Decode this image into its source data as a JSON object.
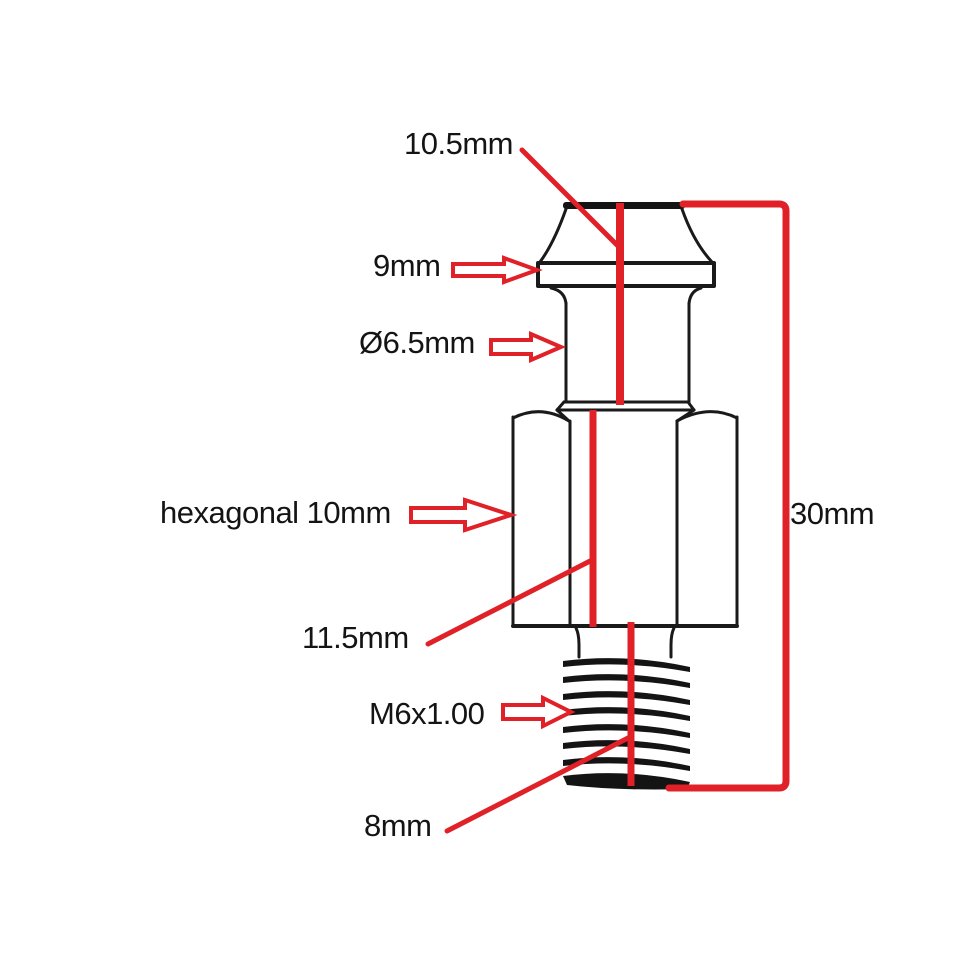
{
  "diagram": {
    "name": "bolt-dimension-diagram",
    "background": "#ffffff",
    "colors": {
      "outline": "#1a1a1a",
      "annotation_red": "#e02127"
    },
    "labels": {
      "head_top_diameter": "10.5mm",
      "flange_diameter": "9mm",
      "shank_diameter": "Ø6.5mm",
      "hex_size": "hexagonal 10mm",
      "hex_section_length": "11.5mm",
      "thread_spec": "M6x1.00",
      "thread_length": "8mm",
      "overall_length": "30mm"
    }
  }
}
